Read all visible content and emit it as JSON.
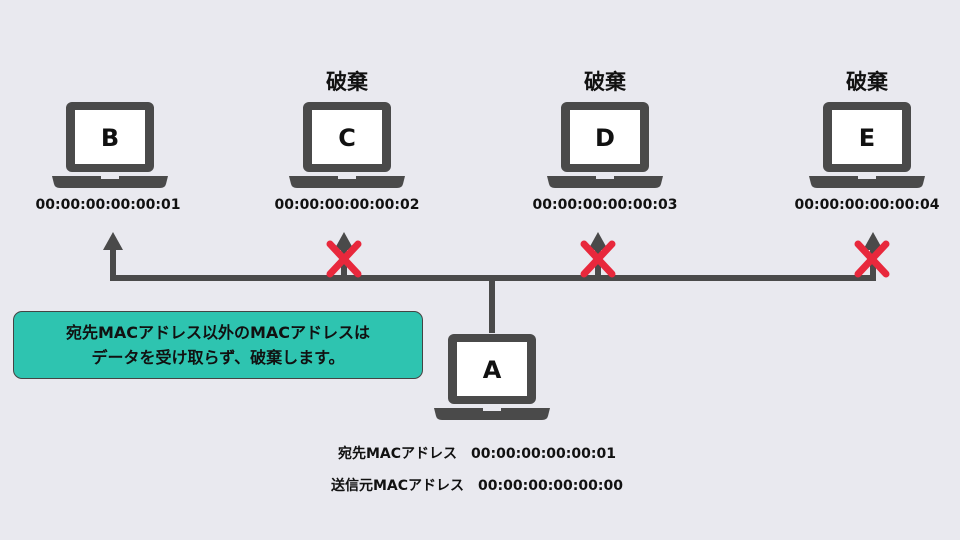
{
  "computers": [
    {
      "id": "B",
      "mac": "00:00:00:00:00:01",
      "status": ""
    },
    {
      "id": "C",
      "mac": "00:00:00:00:00:02",
      "status": "破棄"
    },
    {
      "id": "D",
      "mac": "00:00:00:00:00:03",
      "status": "破棄"
    },
    {
      "id": "E",
      "mac": "00:00:00:00:00:04",
      "status": "破棄"
    }
  ],
  "sender": {
    "id": "A"
  },
  "frame": {
    "dest_label": "宛先MACアドレス",
    "dest_mac": "00:00:00:00:00:01",
    "src_label": "送信元MACアドレス",
    "src_mac": "00:00:00:00:00:00"
  },
  "callout": {
    "line1": "宛先MACアドレス以外のMACアドレスは",
    "line2": "データを受け取らず、破棄します。"
  },
  "colors": {
    "background": "#e9e9ef",
    "device": "#4a4a4a",
    "reject": "#e8283c",
    "callout": "#2ec4b0"
  }
}
